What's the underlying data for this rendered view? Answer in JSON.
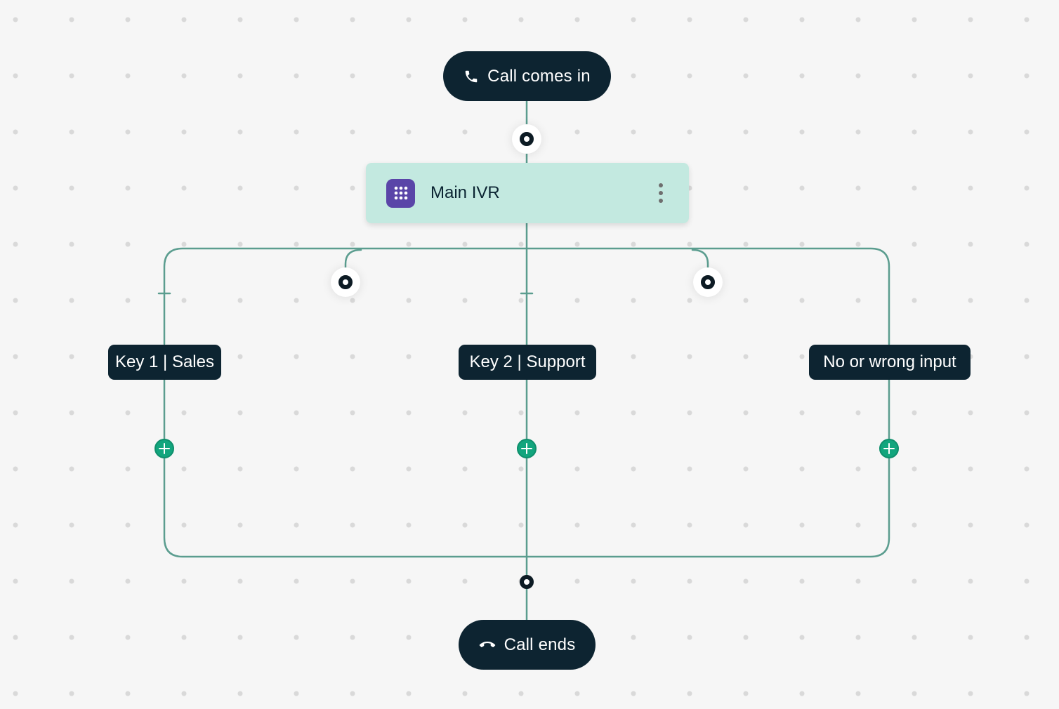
{
  "colors": {
    "line": "#5b9d8f",
    "node_dark": "#0d2431",
    "ivr_card": "#c3e9e0",
    "ivr_icon_bg": "#5a45a8",
    "add_button": "#12a57d",
    "background": "#f6f6f6"
  },
  "start_node": {
    "label": "Call comes in",
    "icon": "phone-icon"
  },
  "ivr_node": {
    "title": "Main IVR",
    "icon": "dialpad-icon",
    "menu_icon": "more-vertical-icon"
  },
  "branches": [
    {
      "label": "Key 1 | Sales",
      "add_icon": "plus-icon"
    },
    {
      "label": "Key 2 | Support",
      "add_icon": "plus-icon"
    },
    {
      "label": "No or wrong input",
      "add_icon": "plus-icon"
    }
  ],
  "end_node": {
    "label": "Call ends",
    "icon": "phone-hangup-icon"
  }
}
